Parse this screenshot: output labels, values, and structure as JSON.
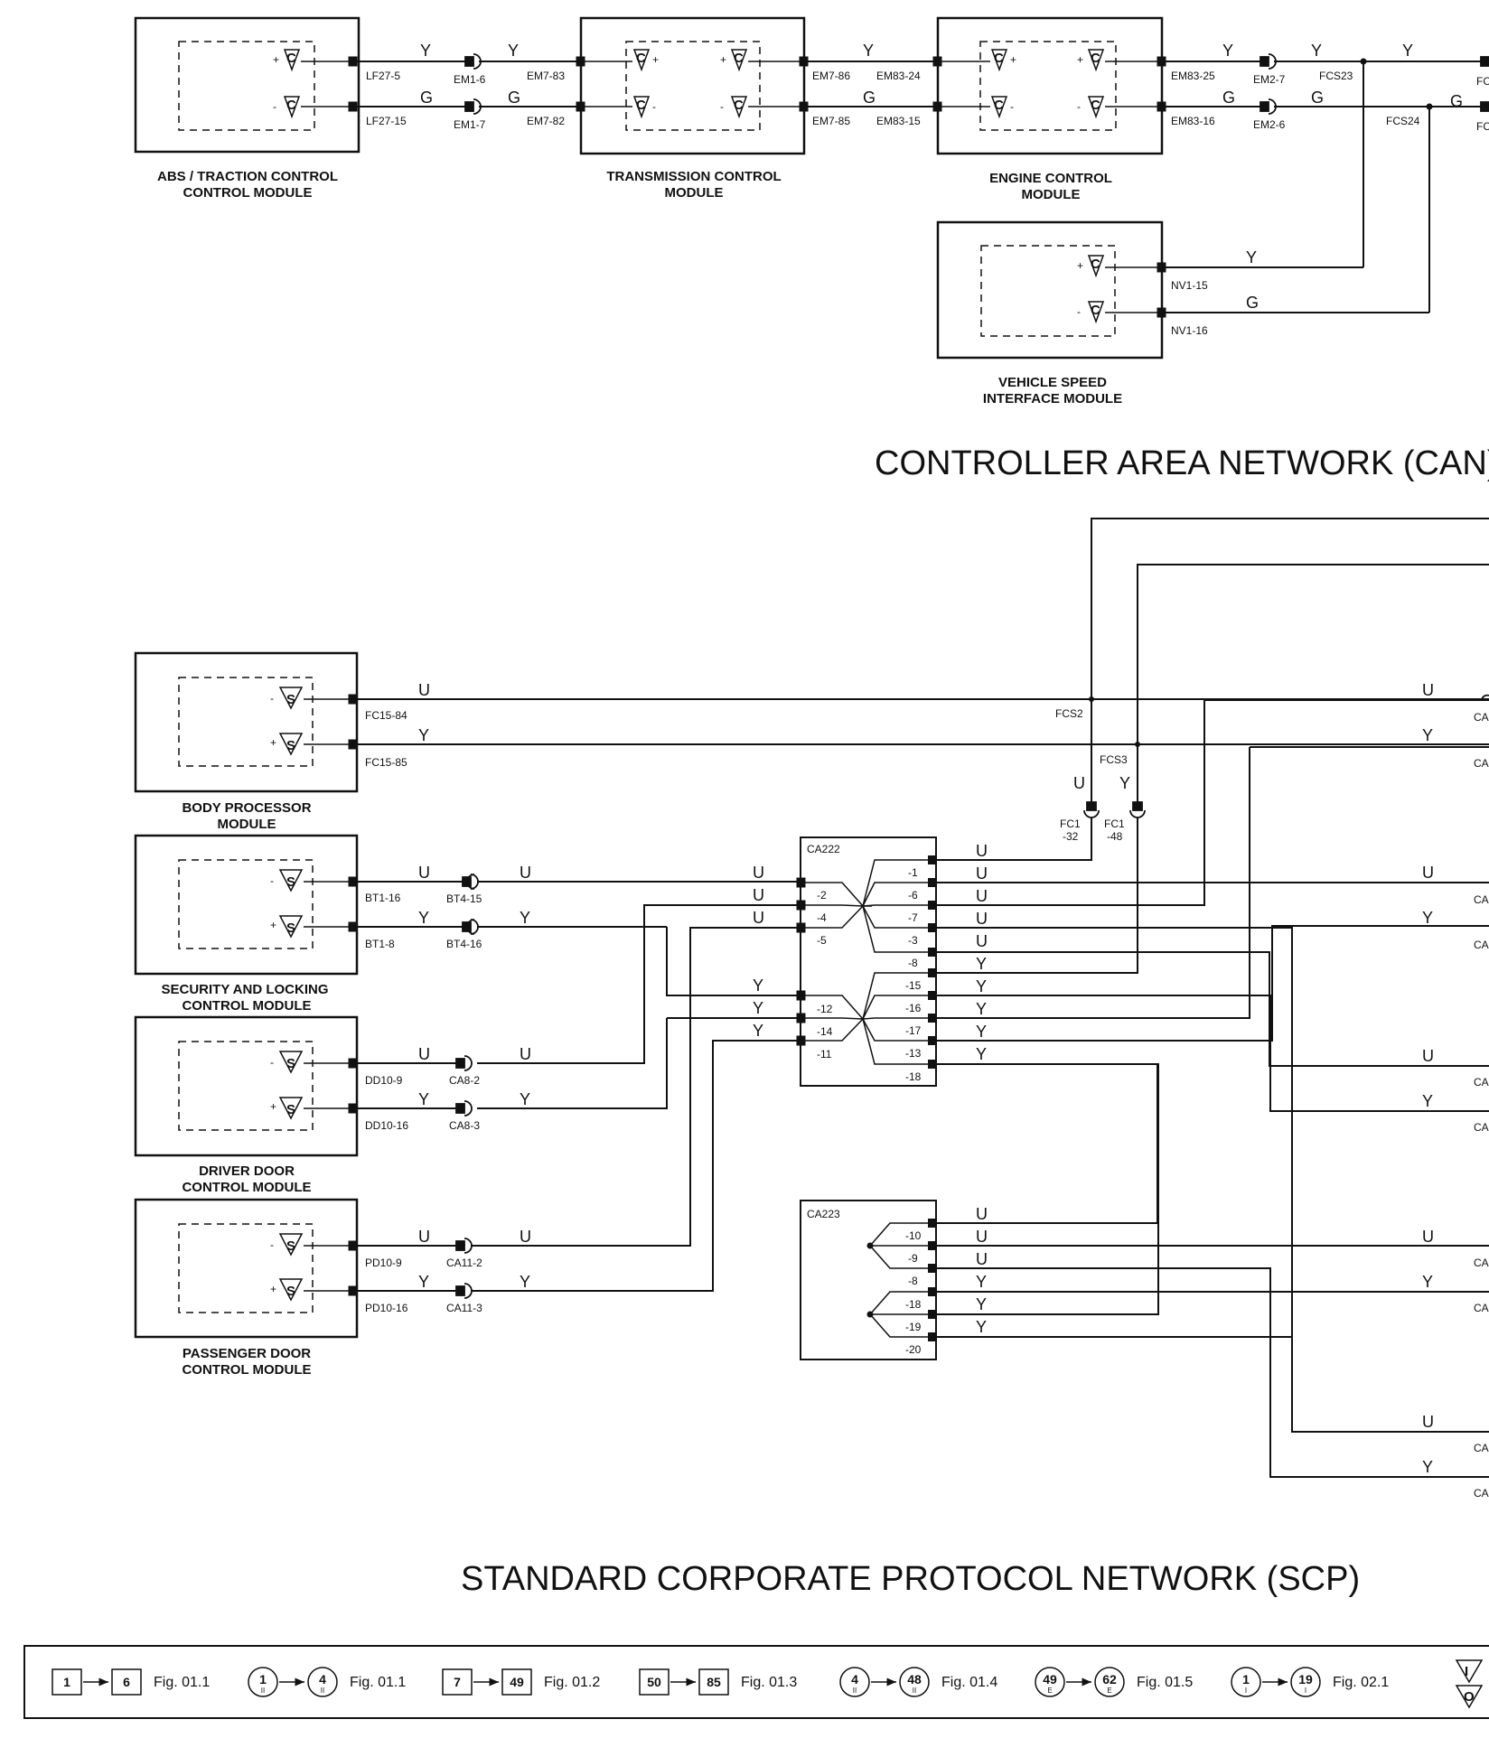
{
  "networks": {
    "can_title": "CONTROLLER AREA NETWORK (CAN)",
    "scp_title": "STANDARD CORPORATE PROTOCOL NETWORK (SCP)"
  },
  "modules": [
    {
      "id": "abs",
      "line1": "ABS / TRACTION CONTROL",
      "line2": "CONTROL MODULE",
      "symbol": "C"
    },
    {
      "id": "tcm",
      "line1": "TRANSMISSION CONTROL",
      "line2": "MODULE",
      "symbol": "C"
    },
    {
      "id": "ecm",
      "line1": "ENGINE CONTROL",
      "line2": "MODULE",
      "symbol": "C"
    },
    {
      "id": "vsim",
      "line1": "VEHICLE SPEED",
      "line2": "INTERFACE MODULE",
      "symbol": "C"
    },
    {
      "id": "bpm",
      "line1": "BODY PROCESSOR",
      "line2": "MODULE",
      "symbol": "S"
    },
    {
      "id": "slcm",
      "line1": "SECURITY AND LOCKING",
      "line2": "CONTROL MODULE",
      "symbol": "S"
    },
    {
      "id": "ddcm",
      "line1": "DRIVER DOOR",
      "line2": "CONTROL MODULE",
      "symbol": "S"
    },
    {
      "id": "pdcm",
      "line1": "PASSENGER DOOR",
      "line2": "CONTROL MODULE",
      "symbol": "S"
    }
  ],
  "wire_colors": {
    "yellow": "Y",
    "green": "G",
    "blue": "U"
  },
  "pins": {
    "lf27_5": "LF27-5",
    "lf27_15": "LF27-15",
    "em1_6": "EM1-6",
    "em1_7": "EM1-7",
    "em7_83": "EM7-83",
    "em7_82": "EM7-82",
    "em7_86": "EM7-86",
    "em7_85": "EM7-85",
    "em83_24": "EM83-24",
    "em83_15": "EM83-15",
    "em83_25": "EM83-25",
    "em83_16": "EM83-16",
    "em2_7": "EM2-7",
    "em2_6": "EM2-6",
    "fcs23": "FCS23",
    "fcs24": "FCS24",
    "nv1_15": "NV1-15",
    "nv1_16": "NV1-16",
    "fc15_84": "FC15-84",
    "fc15_85": "FC15-85",
    "fcs2": "FCS2",
    "fcs3": "FCS3",
    "fc1": "FC1",
    "fc1_32": "-32",
    "fc1_48": "-48",
    "bt1_16": "BT1-16",
    "bt1_8": "BT1-8",
    "bt4_15": "BT4-15",
    "bt4_16": "BT4-16",
    "dd10_9": "DD10-9",
    "dd10_16": "DD10-16",
    "ca8_2": "CA8-2",
    "ca8_3": "CA8-3",
    "pd10_9": "PD10-9",
    "pd10_16": "PD10-16",
    "ca11_2": "CA11-2",
    "ca11_3": "CA11-3",
    "ca_trunc": "CA",
    "fc_trunc": "FC"
  },
  "splices": {
    "ca222": "CA222",
    "ca222_left": [
      "-2",
      "-4",
      "-5",
      "-12",
      "-14",
      "-11"
    ],
    "ca222_right": [
      "-1",
      "-6",
      "-7",
      "-3",
      "-8",
      "-15",
      "-16",
      "-17",
      "-13",
      "-18"
    ],
    "ca223": "CA223",
    "ca223_right": [
      "-10",
      "-9",
      "-8",
      "-18",
      "-19",
      "-20"
    ]
  },
  "legend": [
    {
      "from": "1",
      "to": "6",
      "shape": "square",
      "fig": "Fig. 01.1"
    },
    {
      "from": "1",
      "to": "4",
      "shape": "circle",
      "sub": "II",
      "fig": "Fig. 01.1"
    },
    {
      "from": "7",
      "to": "49",
      "shape": "square",
      "fig": "Fig. 01.2"
    },
    {
      "from": "50",
      "to": "85",
      "shape": "square",
      "fig": "Fig. 01.3"
    },
    {
      "from": "4",
      "to": "48",
      "shape": "circle",
      "sub": "II",
      "fig": "Fig. 01.4"
    },
    {
      "from": "49",
      "to": "62",
      "shape": "circle",
      "sub": "E",
      "fig": "Fig. 01.5"
    },
    {
      "from": "1",
      "to": "19",
      "shape": "circle",
      "sub": "I",
      "fig": "Fig. 02.1"
    }
  ],
  "legend_symbols": [
    "I",
    "O"
  ]
}
